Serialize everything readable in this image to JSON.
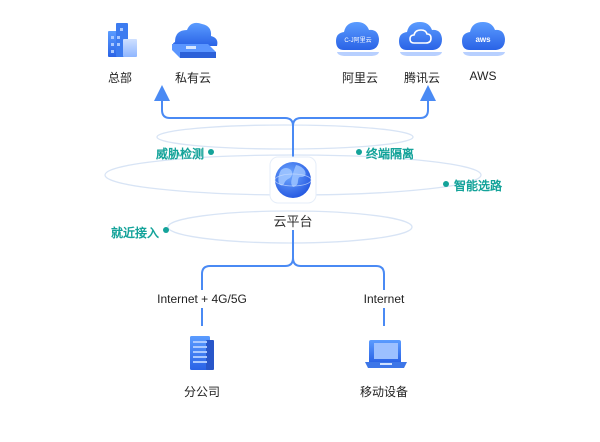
{
  "top_nodes": {
    "hq": "总部",
    "private_cloud": "私有云",
    "aliyun": "阿里云",
    "tencent": "腾讯云",
    "aws": "AWS"
  },
  "icon_text": {
    "aliyun_logo": "C-J阿里云",
    "aws_logo": "aws"
  },
  "platform": "云平台",
  "features": {
    "threat_detection": "威胁检测",
    "terminal_isolation": "终端隔离",
    "smart_routing": "智能选路",
    "nearby_access": "就近接入"
  },
  "connections": {
    "left": "Internet + 4G/5G",
    "right": "Internet"
  },
  "bottom_nodes": {
    "branch": "分公司",
    "mobile": "移动设备"
  },
  "colors": {
    "line": "#4a8af4",
    "feature_text": "#14a39a",
    "icon_blue": "#2f6fea",
    "ring": "#d8e4f5"
  }
}
